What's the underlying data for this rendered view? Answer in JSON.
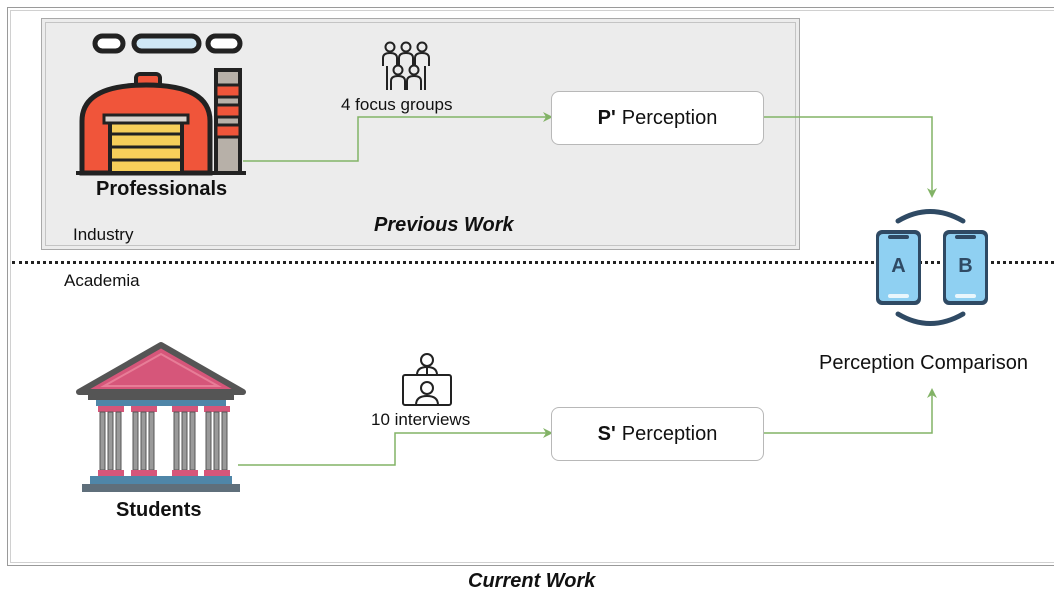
{
  "labels": {
    "industry": "Industry",
    "academia": "Academia",
    "previous_work": "Previous Work",
    "current_work": "Current Work",
    "professionals": "Professionals",
    "students": "Students",
    "focus_groups": "4 focus groups",
    "interviews": "10 interviews",
    "perception_comparison": "Perception Comparison"
  },
  "boxes": {
    "p_bold": "P'",
    "p_text": "Perception",
    "s_bold": "S'",
    "s_text": "Perception"
  },
  "phones": {
    "a": "A",
    "b": "B"
  },
  "colors": {
    "arrow": "#82b366",
    "factory_red": "#f0553a",
    "factory_yellow": "#f7cf5a",
    "museum_pink": "#d6567a",
    "museum_blue": "#4f86a8",
    "phone_blue": "#8fd0f2"
  }
}
